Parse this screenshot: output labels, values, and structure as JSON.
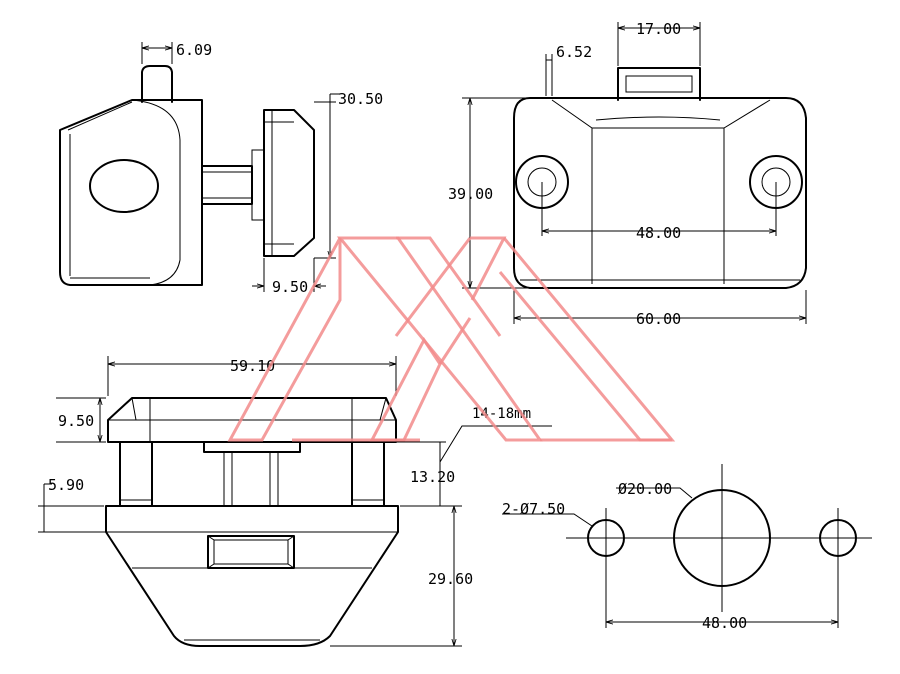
{
  "dimensions": {
    "side_tip_width": "6.09",
    "side_height": "30.50",
    "side_depth": "9.50",
    "top_tab_offset": "6.52",
    "top_tab_width": "17.00",
    "top_height": "39.00",
    "top_hole_spacing": "48.00",
    "top_width": "60.00",
    "front_width": "59.10",
    "front_flange": "9.50",
    "front_panel_range": "14-18mm",
    "front_gap": "13.20",
    "front_lip": "5.90",
    "front_body_height": "29.60",
    "cutout_big_dia": "Ø20.00",
    "cutout_small_holes": "2-Ø7.50",
    "cutout_spacing": "48.00"
  },
  "colors": {
    "line": "#000000",
    "watermark": "#f28b8b",
    "background": "#ffffff"
  }
}
